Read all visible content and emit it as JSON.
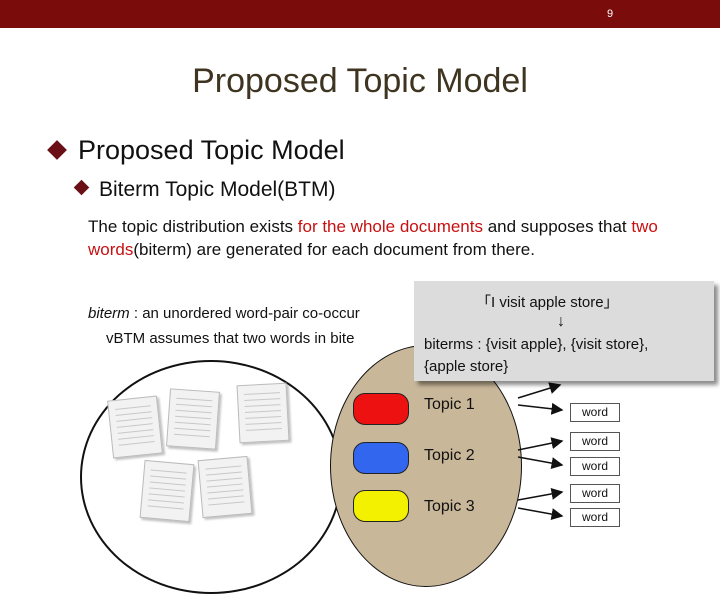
{
  "page_number": "9",
  "title": "Proposed Topic Model",
  "bullet_level1": "Proposed Topic Model",
  "bullet_level2": "Biterm Topic Model(BTM)",
  "paragraph": {
    "p1": "The topic distribution exists ",
    "p1_red": "for the whole documents",
    "p2": " and supposes that ",
    "p2_red": "two words",
    "p3": "(biterm) are generated for each document from there."
  },
  "biterm_definition": {
    "term": "biterm",
    "text": " : an unordered word-pair co-occur"
  },
  "btm_assumption": {
    "marker": "v",
    "text": "BTM assumes that two words in bite"
  },
  "callout": {
    "line1": "「I visit apple store」",
    "arrow": "↓",
    "line3": "biterms : {visit apple}, {visit store},",
    "line4": "{apple store}"
  },
  "topics": [
    {
      "label": "Topic 1",
      "color": "#ee1111"
    },
    {
      "label": "Topic 2",
      "color": "#3366ee"
    },
    {
      "label": "Topic 3",
      "color": "#f3f000"
    }
  ],
  "words": [
    "word",
    "word",
    "word",
    "word",
    "word"
  ],
  "colors": {
    "header_bar": "#7a0c0c",
    "title_text": "#3e3420",
    "bullet": "#6b0f16",
    "highlight_text": "#c81010",
    "topic_area": "#c9b79a",
    "callout_bg": "#dcdcdc"
  }
}
